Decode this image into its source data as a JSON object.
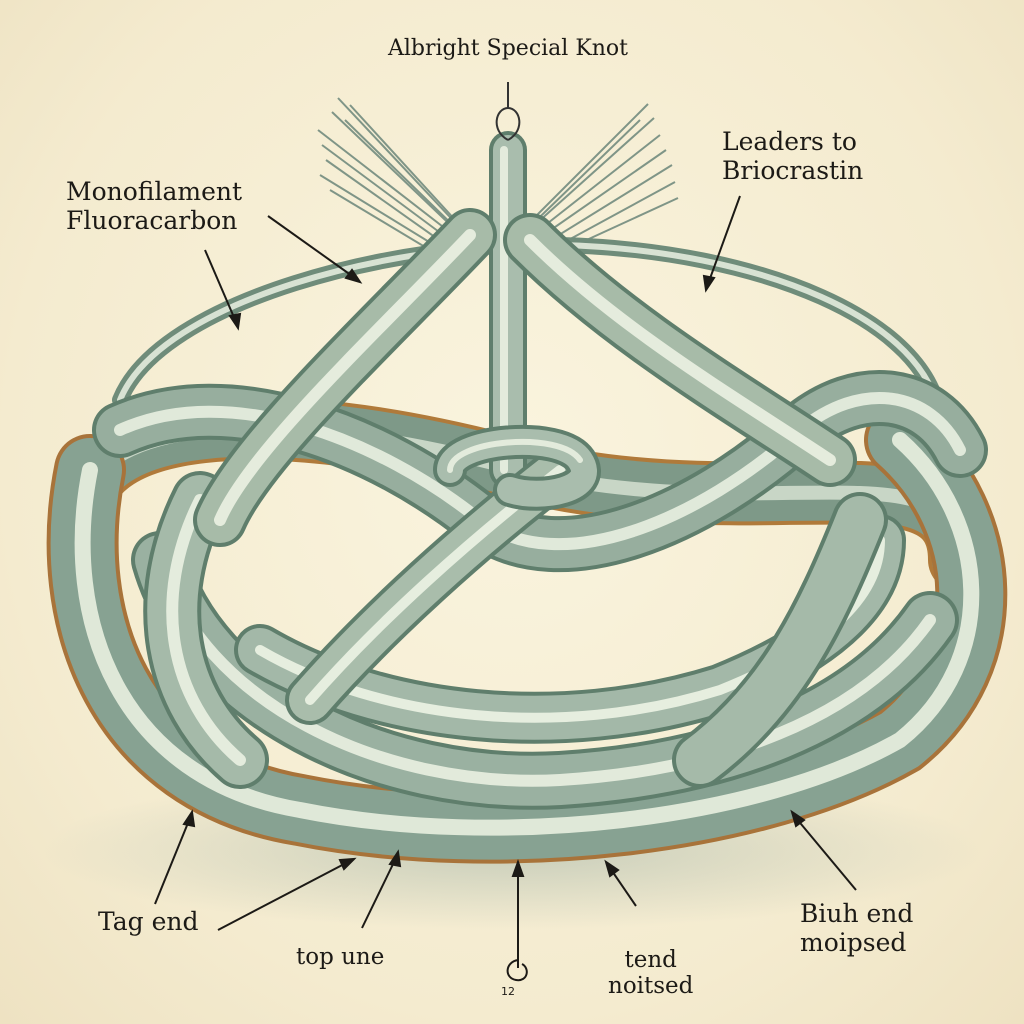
{
  "diagram": {
    "title": "Albright Special Knot",
    "labels": {
      "monofilament": [
        "Monofilament",
        "Fluoracarbon"
      ],
      "leaders": [
        "Leaders to",
        "Briocrastin"
      ],
      "tag_end": "Tag end",
      "top_line": "top une",
      "tend": [
        "tend",
        "noitsed"
      ],
      "biuh_end": [
        "Biuh end",
        "moipsed"
      ],
      "small_number": "12"
    },
    "colors": {
      "background": "#f6eed4",
      "line_main": "#8ea797",
      "line_shadow": "#5f7e6c",
      "line_highlight": "#dfe8d8",
      "line_underside": "#b07a3a",
      "ink": "#1c1a16"
    }
  }
}
